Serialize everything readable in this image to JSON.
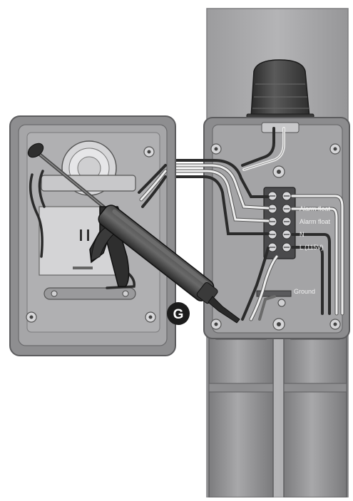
{
  "callout": {
    "letter": "G"
  },
  "terminal_labels": {
    "alarm_float_1": "Alarm float",
    "alarm_float_2": "Alarm float",
    "neutral": "N",
    "line": "L (115V)",
    "ground": "Ground"
  },
  "colors": {
    "background": "#ffffff",
    "post": "#a9a9ab",
    "enclosure": "#8a8a8c",
    "wire_black": "#2b2b2b",
    "wire_white": "#eeeeee",
    "caulk_gun": "#333333",
    "callout": "#1c1c1c"
  },
  "icons": [
    "alarm-beacon-icon",
    "caulk-gun-icon",
    "terminal-block-icon",
    "conduit-icon",
    "alarm-horn-icon"
  ]
}
